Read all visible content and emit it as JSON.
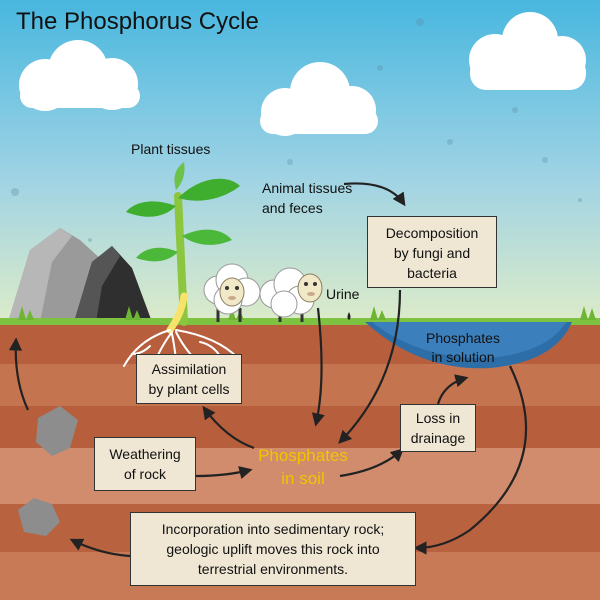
{
  "title": "The Phosphorus Cycle",
  "labels": {
    "plant_tissues": "Plant tissues",
    "animal_tissues": [
      "Animal tissues",
      "and feces"
    ],
    "urine": "Urine"
  },
  "boxes": {
    "decomposition": [
      "Decomposition",
      "by fungi and",
      "bacteria"
    ],
    "assimilation": [
      "Assimilation",
      "by plant cells"
    ],
    "weathering": [
      "Weathering",
      "of rock"
    ],
    "loss": [
      "Loss in",
      "drainage"
    ],
    "incorporation": [
      "Incorporation into sedimentary rock;",
      "geologic uplift moves this rock into",
      "terrestrial environments."
    ]
  },
  "phosphates_soil": [
    "Phosphates",
    "in soil"
  ],
  "phosphates_solution": [
    "Phosphates",
    "in solution"
  ],
  "colors": {
    "sky_top": "#48b7df",
    "sky_bottom": "#d8eacb",
    "soil_dark": "#b75f3d",
    "soil_light": "#cf8a68",
    "water": "#2d6ea8",
    "grass": "#7ec242",
    "phosphates_text": "#f2c400",
    "box_fill": "#efe6d4"
  }
}
